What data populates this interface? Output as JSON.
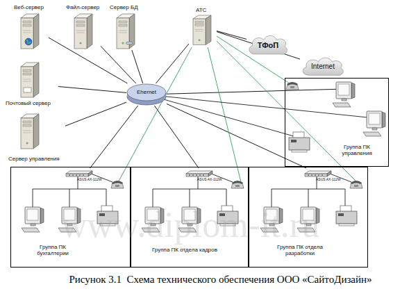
{
  "diagram": {
    "caption": "Рисунок 3.1  Схема технического обеспечения ООО «СайтоДизайн»",
    "nodes": [
      {
        "text": [
          "Веб-сервер"
        ]
      },
      {
        "text": [
          "Файл-сервер"
        ]
      },
      {
        "text": [
          "Сервер БД"
        ]
      },
      {
        "text": [
          "АТС"
        ]
      },
      {
        "text": [
          "ТФоП"
        ]
      },
      {
        "text": [
          "Internet"
        ]
      },
      {
        "text": [
          "Почтовый сервер"
        ]
      },
      {
        "text": [
          "Ehernet"
        ]
      },
      {
        "text": [
          "Сервер управления"
        ]
      },
      {
        "text": [
          "Группа ПК управления"
        ]
      },
      {
        "text": [
          "Группа ПК бухгалтерии"
        ]
      },
      {
        "text": [
          "ASUS AX-112W"
        ],
        "in": 10
      },
      {
        "text": [
          "Группа ПК отдела кадров"
        ]
      },
      {
        "text": [
          "ASUS AX-112W"
        ],
        "in": 12
      },
      {
        "text": [
          "Группа ПК отдела разработки"
        ]
      },
      {
        "text": [
          "ASUS AX-112W"
        ],
        "in": 14
      }
    ],
    "edges": [
      {
        "from": 7,
        "to": 0,
        "arrow": "none"
      },
      {
        "from": 7,
        "to": 1,
        "arrow": "none"
      },
      {
        "from": 7,
        "to": 2,
        "arrow": "none"
      },
      {
        "from": 7,
        "to": 6,
        "arrow": "none"
      },
      {
        "from": 7,
        "to": 8,
        "arrow": "none"
      },
      {
        "from": 7,
        "to": 3,
        "arrow": "none"
      },
      {
        "from": 3,
        "to": 4,
        "arrow": "none"
      },
      {
        "from": 3,
        "to": 5,
        "arrow": "none"
      },
      {
        "from": 7,
        "to": 9,
        "arrow": "none"
      },
      {
        "from": 7,
        "to": 11,
        "arrow": "none"
      },
      {
        "from": 7,
        "to": 13,
        "arrow": "none"
      },
      {
        "from": 7,
        "to": 15,
        "arrow": "none"
      },
      {
        "from": 3,
        "to": 9,
        "arrow": "none"
      },
      {
        "from": 3,
        "to": 10,
        "arrow": "none"
      },
      {
        "from": 3,
        "to": 12,
        "arrow": "none"
      },
      {
        "from": 3,
        "to": 14,
        "arrow": "none"
      }
    ],
    "labels": [
      "www.diplom-it.ru"
    ]
  }
}
